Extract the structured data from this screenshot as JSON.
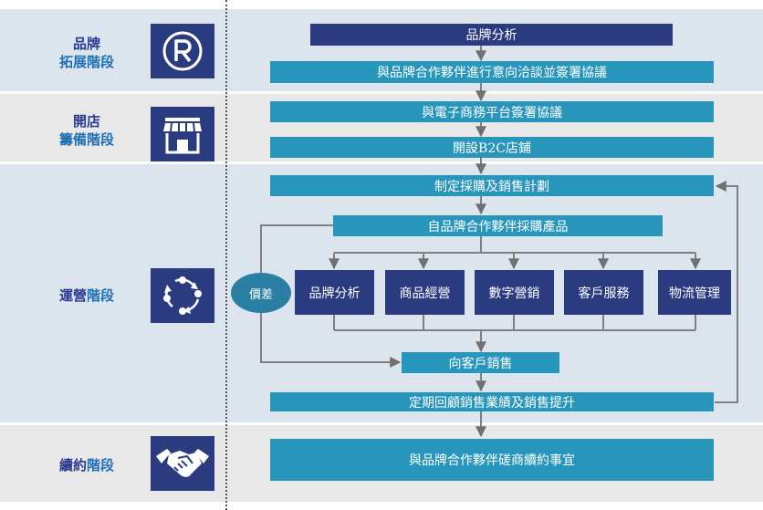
{
  "stages": [
    {
      "line1": "品牌",
      "line2": "拓展階段"
    },
    {
      "line1": "開店",
      "line2": "籌備階段"
    },
    {
      "line1": "運營",
      "line2": "階段"
    },
    {
      "line1": "續約",
      "line2": "階段"
    }
  ],
  "icons": [
    "registered-trademark-icon",
    "storefront-icon",
    "cycle-arrows-icon",
    "handshake-icon"
  ],
  "flow": {
    "brand_analysis_top": "品牌分析",
    "negotiate": "與品牌合作夥伴進行意向洽談並簽署協議",
    "ecommerce_agreement": "與電子商務平台簽署協議",
    "open_store": "開設B2C店鋪",
    "plan": "制定採購及銷售計劃",
    "procure": "自品牌合作夥伴採購產品",
    "services": [
      "品牌分析",
      "商品經營",
      "數字營銷",
      "客戶服務",
      "物流管理"
    ],
    "variance": "價差",
    "sell": "向客戶銷售",
    "review": "定期回顧銷售業績及銷售提升",
    "renewal": "與品牌合作夥伴磋商續約事宜"
  },
  "colors": {
    "navy": "#2b3b7f",
    "teal": "#2796ba",
    "stage_text": "#1f6fb5",
    "band_light": "#dce4ee",
    "band_grey": "#e8e8e8"
  }
}
